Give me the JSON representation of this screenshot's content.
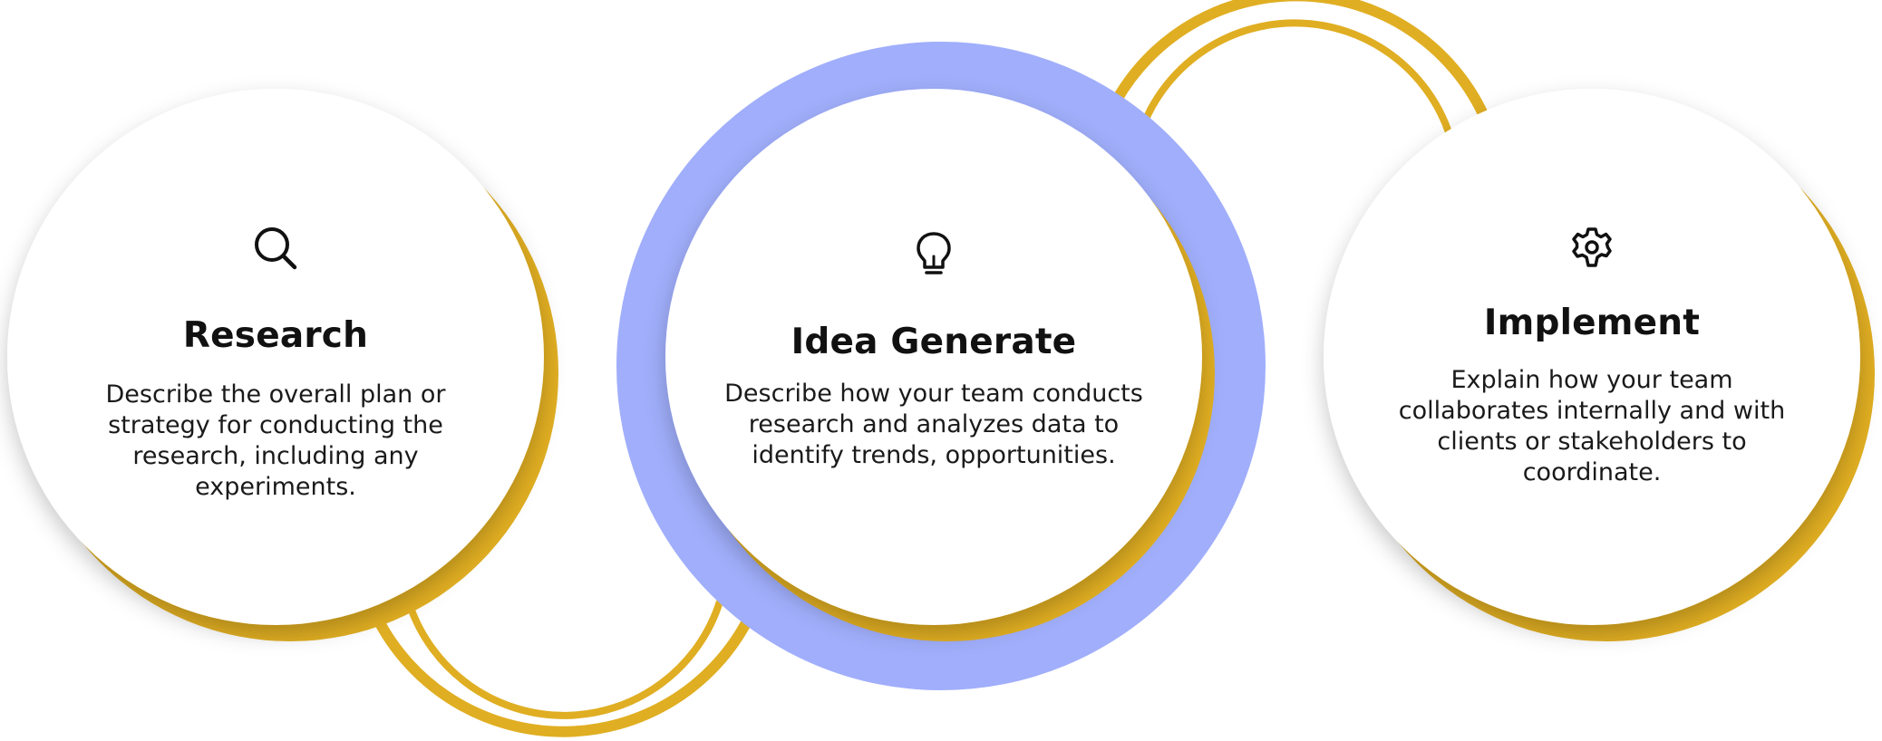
{
  "colors": {
    "gold": "#E0AE22",
    "periwinkle": "#A0AEFB",
    "card": "#FFFFFF",
    "text": "#111111"
  },
  "steps": [
    {
      "icon": "search-icon",
      "title": "Research",
      "description": "Describe the overall plan or strategy for conducting the research, including any experiments."
    },
    {
      "icon": "lightbulb-icon",
      "title": "Idea Generate",
      "description": "Describe how your team conducts research and analyzes data to identify trends, opportunities."
    },
    {
      "icon": "gear-icon",
      "title": "Implement",
      "description": "Explain how your team collaborates internally and with clients or stakeholders to coordinate."
    }
  ]
}
